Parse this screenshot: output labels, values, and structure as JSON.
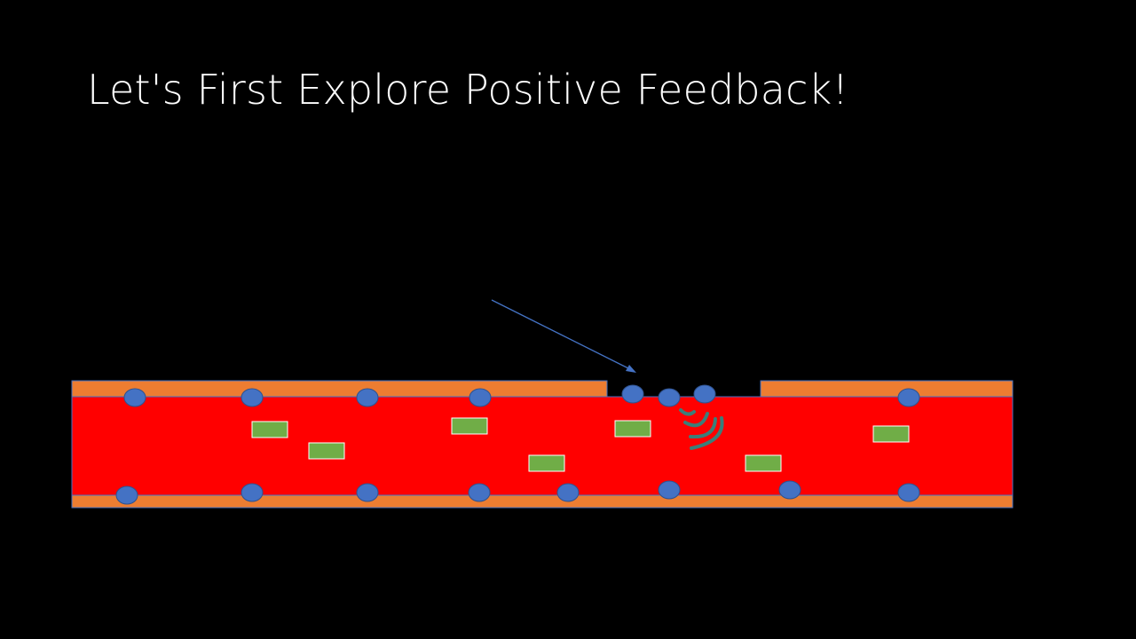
{
  "slide": {
    "title": "Let's First Explore Positive Feedback!"
  },
  "colors": {
    "background": "#000000",
    "vessel_wall": "#ed7d31",
    "blood": "#ff0000",
    "platelet": "#4472c4",
    "cell": "#70ad47",
    "arrow": "#4472c4",
    "signal": "#3a7f7a"
  },
  "diagram": {
    "elements": [
      "blood-vessel",
      "vessel-wall-injury-gap",
      "platelets",
      "blood-cells",
      "pointer-arrow",
      "chemical-signal-waves"
    ]
  }
}
